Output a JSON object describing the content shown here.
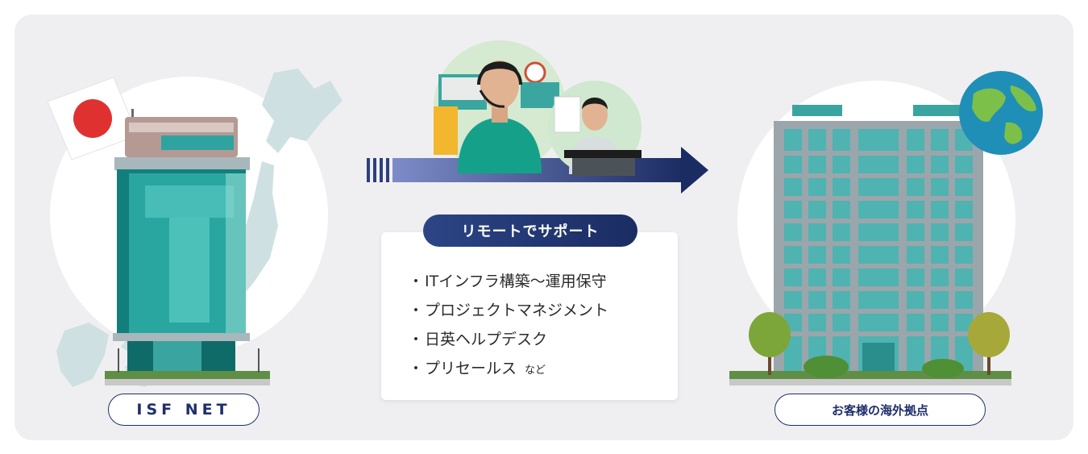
{
  "isf_label": "ISF NET",
  "remote_support_label": "リモートでサポート",
  "services": [
    {
      "bullet": "・",
      "text": "ITインフラ構築～運用保守",
      "suffix": ""
    },
    {
      "bullet": "・",
      "text": "プロジェクトマネジメント",
      "suffix": ""
    },
    {
      "bullet": "・",
      "text": "日英ヘルプデスク",
      "suffix": ""
    },
    {
      "bullet": "・",
      "text": "プリセールス",
      "suffix": "など"
    }
  ],
  "customer_label": "お客様の海外拠点",
  "colors": {
    "panel_bg": "#efeff1",
    "navy": "#1f2f6b",
    "teal": "#1d9a86",
    "flag_red": "#e03131",
    "map": "#cfe0e2"
  }
}
